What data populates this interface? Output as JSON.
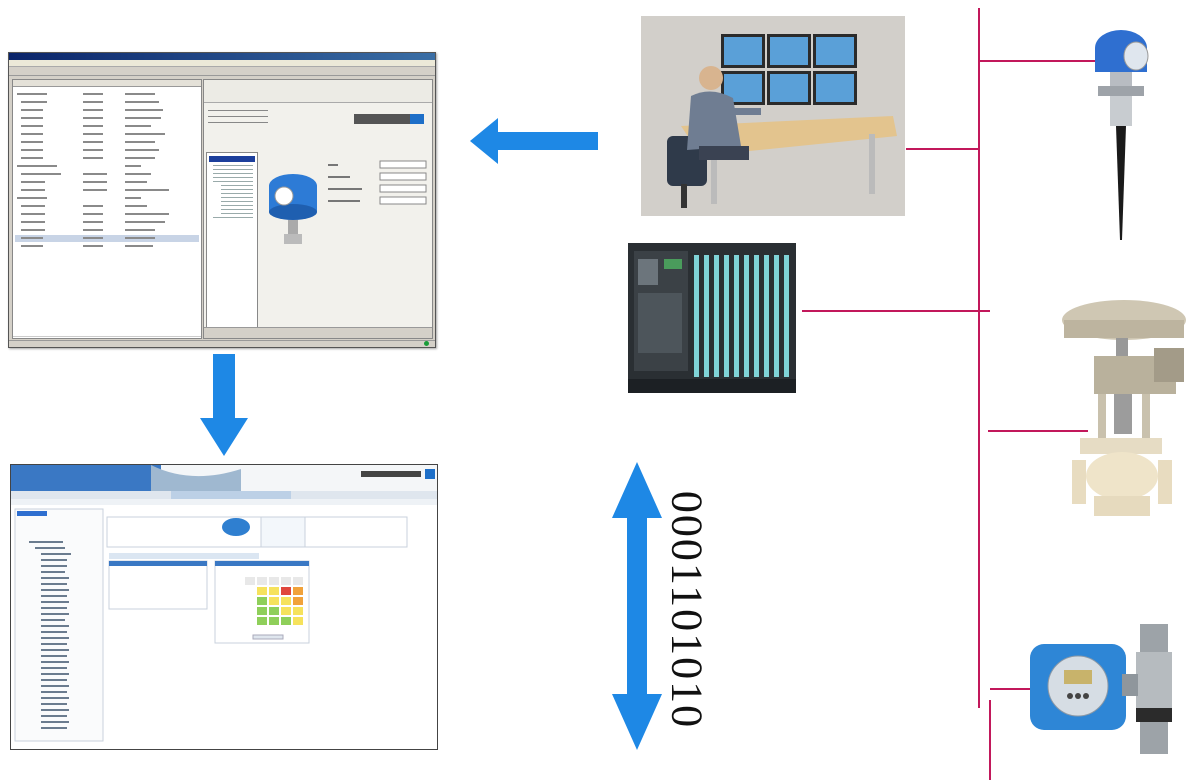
{
  "binary_text": "0001101010",
  "colors": {
    "arrow": "#1e88e5",
    "bus": "#c2185b",
    "eh_blue": "#1565c0"
  },
  "icons": [
    "arrow-left",
    "arrow-down",
    "arrow-updown"
  ]
}
